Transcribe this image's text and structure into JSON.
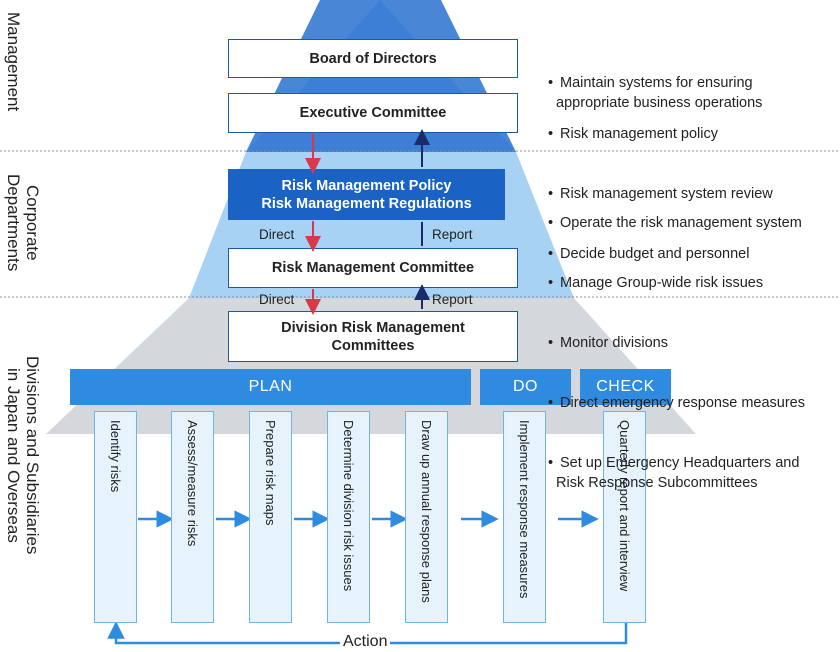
{
  "sections": {
    "management": "Management",
    "corporate": "Corporate\nDepartments",
    "divisions": "Divisions and Subsidiaries\nin Japan and Overseas"
  },
  "boxes": {
    "board": "Board of Directors",
    "executive": "Executive Committee",
    "policy": "Risk Management Policy\nRisk Management Regulations",
    "rmc": "Risk Management Committee",
    "division": "Division Risk Management\nCommittees"
  },
  "labels": {
    "direct": "Direct",
    "report": "Report",
    "action": "Action"
  },
  "phases": {
    "plan": "PLAN",
    "do": "DO",
    "check": "CHECK"
  },
  "steps": [
    "Identify risks",
    "Assess/measure risks",
    "Prepare risk maps",
    "Determine division risk issues",
    "Draw up annual response plans",
    "Implement response measures",
    "Quarterly report and interview"
  ],
  "bullets": {
    "board": [
      "Maintain systems for ensuring\n  appropriate business operations"
    ],
    "executive": [
      "Risk management policy",
      "Risk management system review",
      "Decide budget and personnel"
    ],
    "rmc": [
      "Operate the risk management system",
      "Manage Group-wide risk issues",
      "Monitor divisions",
      "Direct emergency response measures",
      "Set up Emergency Headquarters and\n  Risk Response Subcommittees"
    ]
  },
  "colors": {
    "pyramid_top": "#3d7fd6",
    "pyramid_mid": "#a7d2f3",
    "pyramid_base": "#d4d7dc",
    "arrow_red": "#d6394b",
    "arrow_navy": "#1b2a6b",
    "flow_blue": "#2f8be0"
  }
}
